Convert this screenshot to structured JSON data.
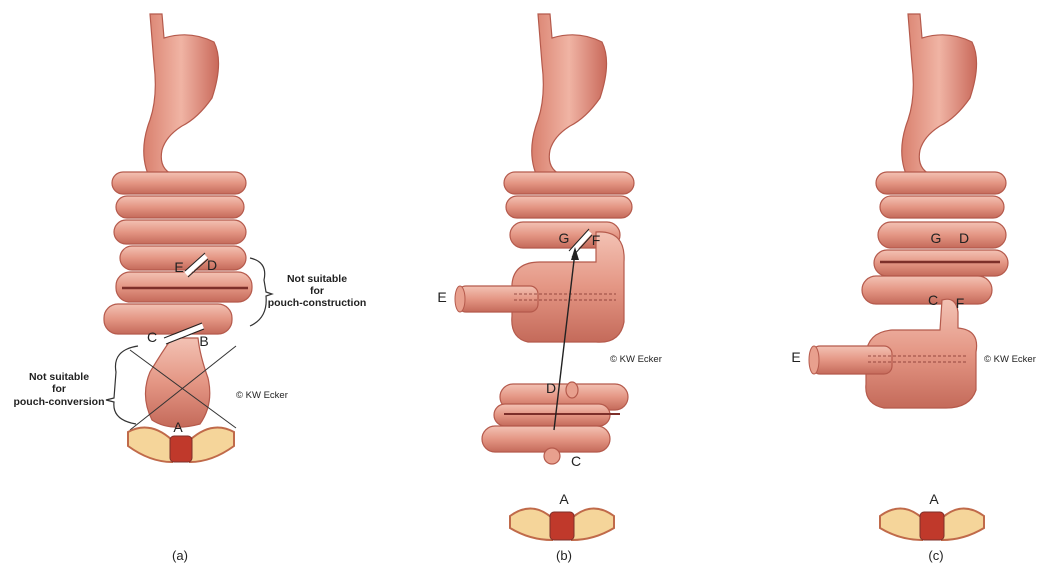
{
  "colors": {
    "bowel": "#e8a08e",
    "bowel_dark": "#b55a4c",
    "bowel_seam": "#7d2f2a",
    "pelvis": "#f5d59a",
    "pelvis_edge": "#c06a4a",
    "anus": "#c0392b"
  },
  "panels": [
    {
      "caption": "(a)",
      "copyright": "© KW Ecker",
      "labels": {
        "A": "A",
        "B": "B",
        "C": "C",
        "D": "D",
        "E": "E"
      },
      "note_upper": [
        "Not suitable",
        "for",
        "pouch-construction"
      ],
      "note_lower": [
        "Not suitable",
        "for",
        "pouch-conversion"
      ]
    },
    {
      "caption": "(b)",
      "copyright": "© KW Ecker",
      "labels": {
        "A": "A",
        "C": "C",
        "D": "D",
        "E": "E",
        "F": "F",
        "G": "G"
      }
    },
    {
      "caption": "(c)",
      "copyright": "© KW Ecker",
      "labels": {
        "A": "A",
        "C": "C",
        "D": "D",
        "E": "E",
        "F": "F",
        "G": "G"
      }
    }
  ]
}
